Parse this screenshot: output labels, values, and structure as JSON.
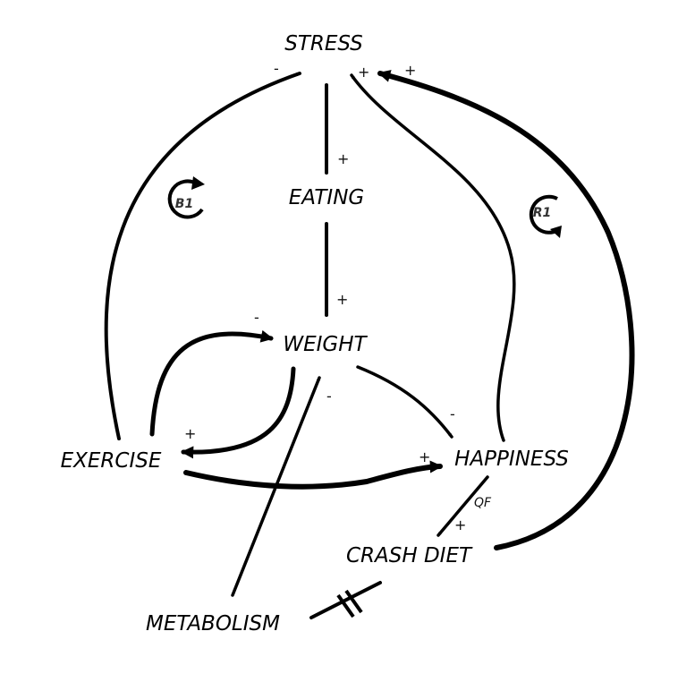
{
  "nodes": {
    "stress": "STRESS",
    "eating": "EATING",
    "weight": "WEIGHT",
    "exercise": "EXERCISE",
    "happiness": "HAPPINESS",
    "crash_diet": "CRASH DIET",
    "metabolism": "METABOLISM"
  },
  "polarities": {
    "exercise_to_stress": "-",
    "happiness_to_stress": "+",
    "crashdiet_to_stress": "+",
    "stress_to_eating": "+",
    "eating_to_weight": "+",
    "exercise_to_weight": "-",
    "metabolism_to_weight": "-",
    "weight_to_happiness": "-",
    "weight_to_exercise": "+",
    "exercise_to_happiness": "+",
    "happiness_to_crashdiet": "+",
    "happiness_crashdiet_tag": "QF"
  },
  "loops": {
    "balancing": "B1",
    "reinforcing": "R1"
  }
}
